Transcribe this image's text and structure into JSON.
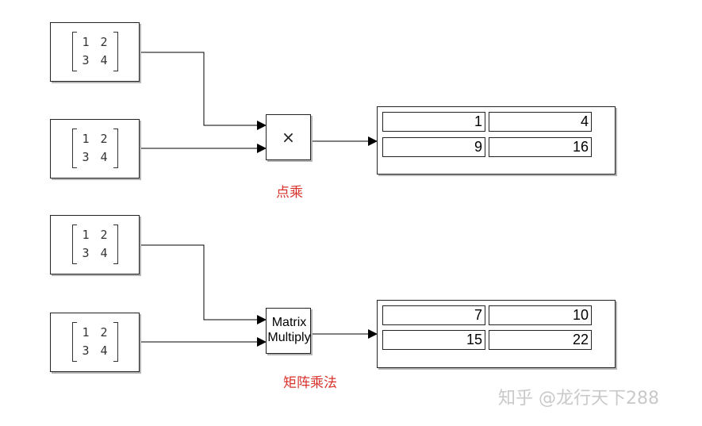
{
  "constant_blocks": [
    {
      "matrix": [
        "1",
        "2",
        "3",
        "4"
      ]
    },
    {
      "matrix": [
        "1",
        "2",
        "3",
        "4"
      ]
    },
    {
      "matrix": [
        "1",
        "2",
        "3",
        "4"
      ]
    },
    {
      "matrix": [
        "1",
        "2",
        "3",
        "4"
      ]
    }
  ],
  "product_block": {
    "symbol": "×"
  },
  "matrix_multiply_block": {
    "line1": "Matrix",
    "line2": "Multiply"
  },
  "display_top": {
    "values": [
      "1",
      "4",
      "9",
      "16"
    ]
  },
  "display_bottom": {
    "values": [
      "7",
      "10",
      "15",
      "22"
    ]
  },
  "labels": {
    "elementwise": "点乘",
    "matrix": "矩阵乘法"
  },
  "watermark": "知乎 @龙行天下288",
  "colors": {
    "label_red": "#d9322b",
    "line": "#000000"
  }
}
